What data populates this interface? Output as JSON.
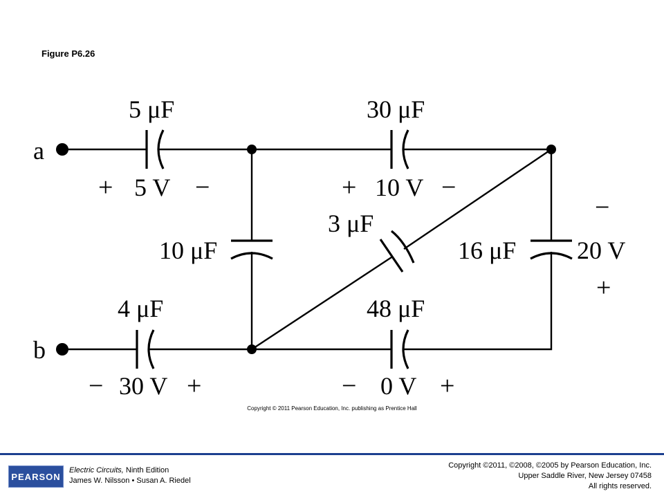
{
  "figure_title": "Figure P6.26",
  "terminals": {
    "a": "a",
    "b": "b"
  },
  "capacitors": {
    "c5": {
      "label": "5 μF"
    },
    "c30": {
      "label": "30 μF"
    },
    "c10": {
      "label": "10 μF"
    },
    "c3": {
      "label": "3 μF"
    },
    "c16": {
      "label": "16 μF"
    },
    "c4": {
      "label": "4 μF"
    },
    "c48": {
      "label": "48 μF"
    }
  },
  "voltages": {
    "v5": {
      "plus": "+",
      "value": "5 V",
      "minus": "−"
    },
    "v10": {
      "plus": "+",
      "value": "10 V",
      "minus": "−"
    },
    "v20": {
      "minus": "−",
      "value": "20 V",
      "plus": "+"
    },
    "v30": {
      "minus": "−",
      "value": "30 V",
      "plus": "+"
    },
    "v0": {
      "minus": "−",
      "value": "0 V",
      "plus": "+"
    }
  },
  "copyright_line": "Copyright © 2011 Pearson Education, Inc. publishing as Prentice Hall",
  "footer": {
    "logo": "PEARSON",
    "book_title": "Electric Circuits,",
    "book_edition": " Ninth Edition",
    "authors": "James W. Nilsson • Susan A. Riedel",
    "copyright_1": "Copyright ©2011, ©2008, ©2005 by Pearson Education, Inc.",
    "copyright_2": "Upper Saddle River, New Jersey 07458",
    "copyright_3": "All rights reserved."
  }
}
